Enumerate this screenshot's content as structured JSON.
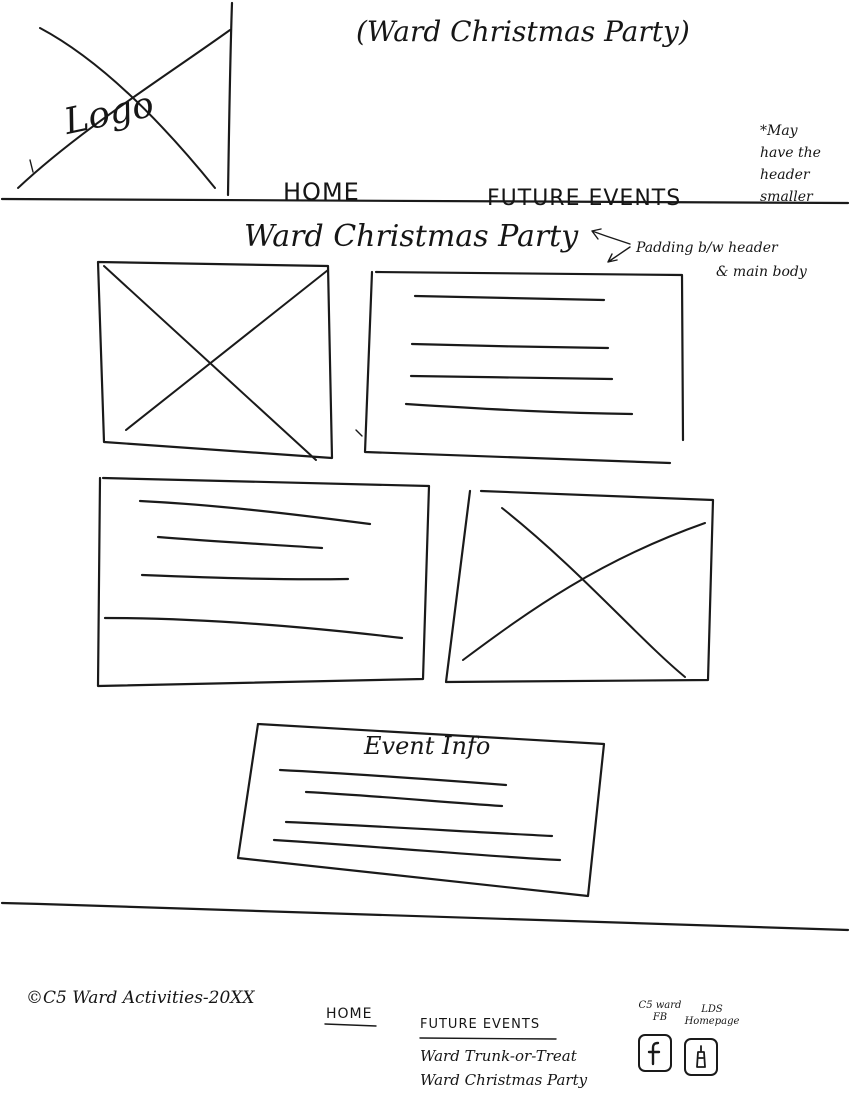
{
  "header": {
    "title": "(Ward Christmas Party)",
    "logo_label": "Logo",
    "nav": {
      "home": "HOME",
      "future_events": "FUTURE EVENTS"
    },
    "note": [
      "*May",
      "have the",
      "header",
      "smaller"
    ]
  },
  "main": {
    "page_title": "Ward Christmas Party",
    "padding_note": [
      "Padding b/w header",
      "& main body"
    ],
    "event_info_title": "Event Info"
  },
  "footer": {
    "copyright": "©C5 Ward Activities-20XX",
    "home_link": "HOME",
    "future_events_title": "FUTURE EVENTS",
    "future_events": [
      "Ward Trunk-or-Treat",
      "Ward Christmas Party"
    ],
    "social": {
      "c5_fb_label": [
        "C5 ward",
        "FB"
      ],
      "lds_label": [
        "LDS",
        "Homepage"
      ],
      "facebook_icon": "facebook-icon",
      "lds_icon": "temple-icon"
    }
  }
}
